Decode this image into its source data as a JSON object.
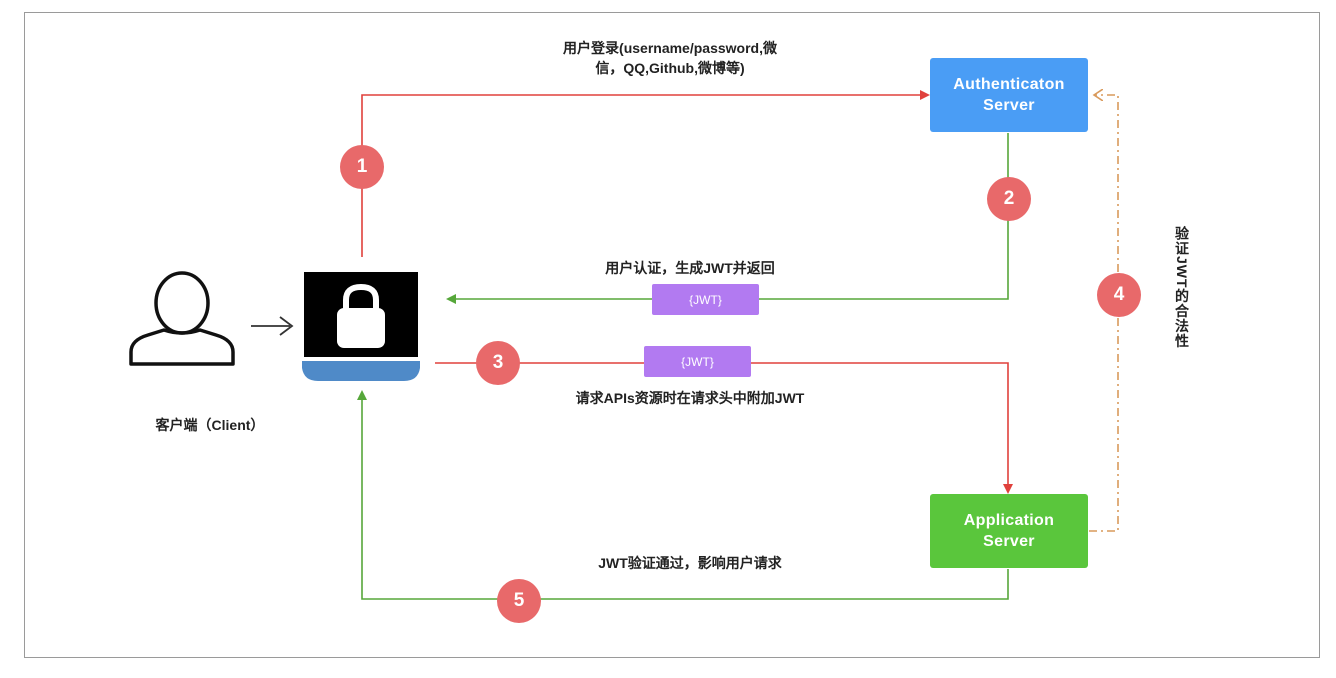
{
  "servers": {
    "auth": "Authenticaton\nServer",
    "app": "Application\nServer"
  },
  "client": {
    "label": "客户端（Client）"
  },
  "steps": {
    "s1": "1",
    "s2": "2",
    "s3": "3",
    "s4": "4",
    "s5": "5"
  },
  "labels": {
    "login_line1": "用户登录(username/password,微",
    "login_line2": "信，QQ,Github,微博等)",
    "auth_return": "用户认证，生成JWT并返回",
    "request": "请求APIs资源时在请求头中附加JWT",
    "response": "JWT验证通过，影响用户请求",
    "verify": "验证JWT的合法性"
  },
  "tokens": {
    "jwt_return": "{JWT}",
    "jwt_request": "{JWT}"
  },
  "colors": {
    "red": "#e0413c",
    "green": "#56a73a",
    "orange": "#d99a5c",
    "auth_bg": "#4a9df5",
    "app_bg": "#5ac63c",
    "badge": "#e8696a",
    "jwt": "#b27af1",
    "laptop_base": "#4f8ac8"
  },
  "icons": {
    "user": "user-outline-icon",
    "laptop": "laptop-lock-icon",
    "arrow": "arrow-right-icon"
  }
}
